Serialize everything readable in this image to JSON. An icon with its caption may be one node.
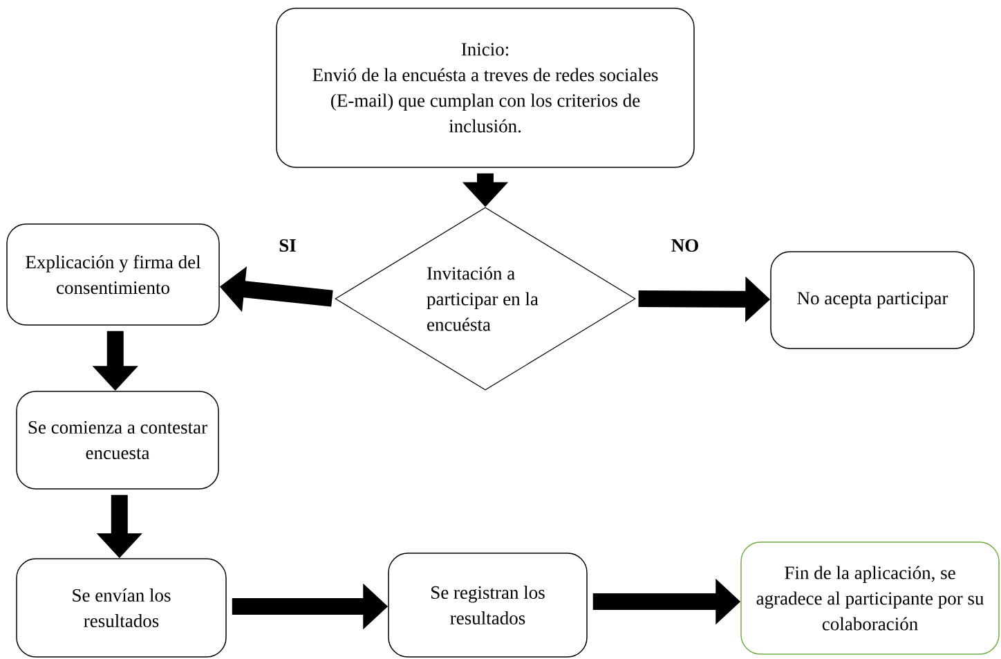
{
  "diagram": {
    "nodes": [
      {
        "text": [
          "Inicio:",
          "Envió de la encuésta a treves de redes sociales (E-mail) que cumplan con los criterios de inclusión."
        ]
      },
      {
        "text": [
          "Invitación a participar en la encuésta"
        ]
      },
      {
        "text": [
          "Explicación y firma del consentimiento"
        ]
      },
      {
        "text": [
          "No acepta participar"
        ]
      },
      {
        "text": [
          "Se comienza a contestar encuesta"
        ]
      },
      {
        "text": [
          "Se envían los resultados"
        ]
      },
      {
        "text": [
          "Se registran los resultados"
        ]
      },
      {
        "text": [
          "Fin de la aplicación, se agradece al participante por su colaboración"
        ]
      }
    ],
    "edges": [
      {
        "from": 0,
        "to": 1,
        "arrow": "to"
      },
      {
        "from": 1,
        "to": 2,
        "arrow": "to",
        "label": "SI"
      },
      {
        "from": 1,
        "to": 3,
        "arrow": "to",
        "label": "NO"
      },
      {
        "from": 2,
        "to": 4,
        "arrow": "to"
      },
      {
        "from": 4,
        "to": 5,
        "arrow": "to"
      },
      {
        "from": 5,
        "to": 6,
        "arrow": "to"
      },
      {
        "from": 6,
        "to": 7,
        "arrow": "to"
      }
    ]
  }
}
